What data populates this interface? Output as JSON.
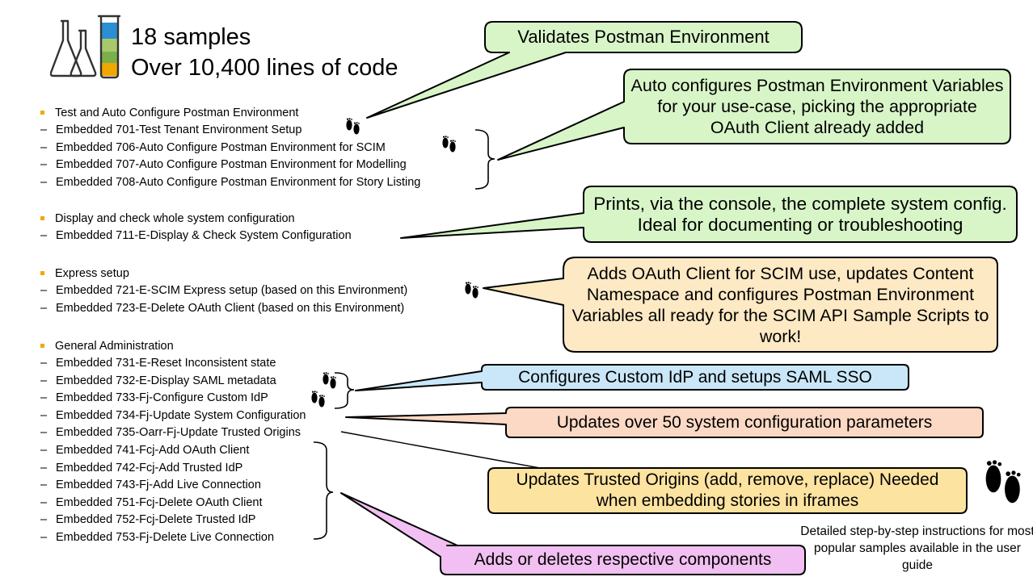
{
  "header": {
    "samples": "18 samples",
    "lines_of_code": "Over 10,400 lines of code"
  },
  "sections": [
    {
      "title": "Test and Auto Configure Postman Environment",
      "items": [
        {
          "label": "Embedded 701-Test Tenant Environment Setup",
          "popular": true
        },
        {
          "label": "Embedded 706-Auto Configure Postman Environment for SCIM",
          "popular": true
        },
        {
          "label": "Embedded 707-Auto Configure Postman Environment for Modelling",
          "popular": false
        },
        {
          "label": "Embedded 708-Auto Configure Postman Environment for Story Listing",
          "popular": false
        }
      ]
    },
    {
      "title": "Display and check whole system configuration",
      "items": [
        {
          "label": "Embedded 711-E-Display & Check System Configuration",
          "popular": false
        }
      ]
    },
    {
      "title": "Express setup",
      "items": [
        {
          "label": "Embedded 721-E-SCIM Express setup (based on this Environment)",
          "popular": true
        },
        {
          "label": "Embedded 723-E-Delete OAuth Client (based on this Environment)",
          "popular": false
        }
      ]
    },
    {
      "title": "General Administration",
      "items": [
        {
          "label": "Embedded 731-E-Reset Inconsistent state",
          "popular": false
        },
        {
          "label": "Embedded 732-E-Display SAML metadata",
          "popular": true
        },
        {
          "label": "Embedded 733-Fj-Configure Custom IdP",
          "popular": true
        },
        {
          "label": "Embedded 734-Fj-Update System Configuration",
          "popular": false
        },
        {
          "label": "Embedded 735-Oarr-Fj-Update Trusted Origins",
          "popular": false
        },
        {
          "label": "Embedded 741-Fcj-Add OAuth Client",
          "popular": false
        },
        {
          "label": "Embedded 742-Fcj-Add Trusted IdP",
          "popular": false
        },
        {
          "label": "Embedded 743-Fj-Add Live Connection",
          "popular": false
        },
        {
          "label": "Embedded 751-Fcj-Delete OAuth Client",
          "popular": false
        },
        {
          "label": "Embedded 752-Fcj-Delete Trusted IdP",
          "popular": false
        },
        {
          "label": "Embedded 753-Fj-Delete Live Connection",
          "popular": false
        }
      ]
    }
  ],
  "callouts": {
    "validates": {
      "text": "Validates Postman Environment",
      "fill": "#d8f5c8"
    },
    "auto_configures": {
      "text": "Auto configures Postman Environment Variables for your use-case, picking the appropriate OAuth Client already added",
      "fill": "#d8f5c8"
    },
    "prints": {
      "text": "Prints, via the console, the complete system config. Ideal for documenting or troubleshooting",
      "fill": "#d8f5c8"
    },
    "adds_oauth": {
      "text": "Adds OAuth Client for SCIM use, updates Content Namespace and configures Postman Environment Variables all ready for the SCIM API Sample Scripts to work!",
      "fill": "#fde9c4"
    },
    "custom_idp": {
      "text": "Configures Custom IdP and setups SAML SSO",
      "fill": "#c9e7f8"
    },
    "updates_config": {
      "text": "Updates over 50 system configuration parameters",
      "fill": "#fbd9c4"
    },
    "trusted_origins": {
      "text": "Updates Trusted Origins (add, remove, replace) Needed when embedding stories in iframes",
      "fill": "#fde3a0"
    },
    "components": {
      "text": "Adds or deletes respective components",
      "fill": "#f1bff1"
    }
  },
  "footnote": {
    "text": "Detailed step-by-step instructions for most popular samples available in the user guide",
    "icon": "footprints-icon"
  },
  "colors": {
    "bullet": "#f0a800",
    "outline": "#000000",
    "beaker_blue": "#2a8fd4",
    "beaker_green": "#7ab04a",
    "beaker_orange": "#f0a800"
  }
}
